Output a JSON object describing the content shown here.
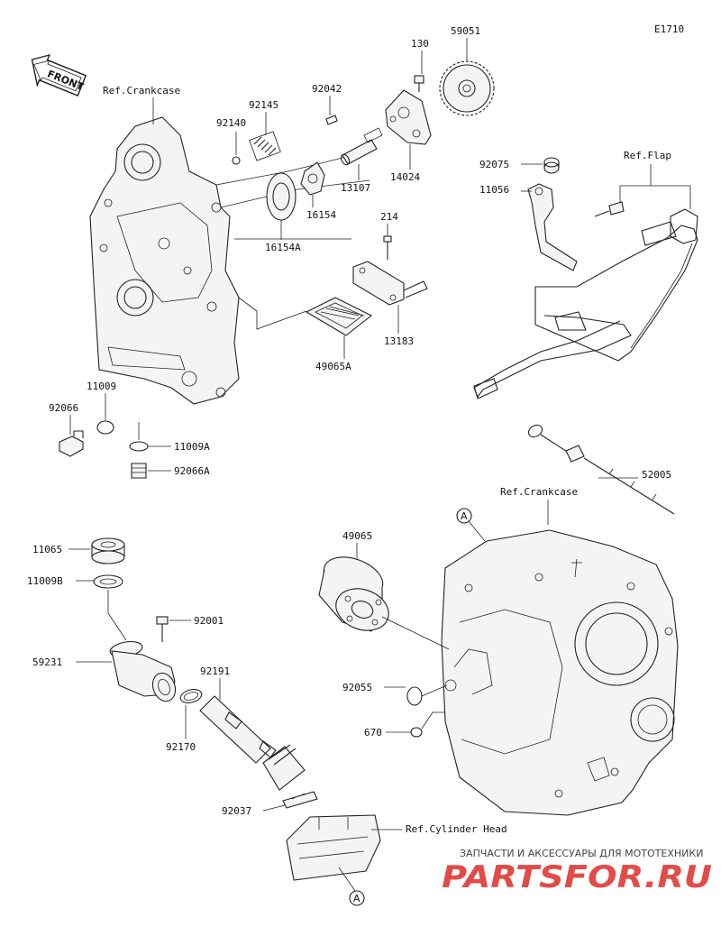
{
  "diagram_id": "E1710",
  "front_label": "FRONT",
  "refs": {
    "crankcase_top": "Ref.Crankcase",
    "crankcase_bottom": "Ref.Crankcase",
    "flap": "Ref.Flap",
    "cylinder_head": "Ref.Cylinder Head"
  },
  "callouts": {
    "circle_a_top": "A",
    "circle_a_bottom": "A"
  },
  "parts": {
    "p130": "130",
    "p59051": "59051",
    "p92042": "92042",
    "p92145": "92145",
    "p92140": "92140",
    "p14024": "14024",
    "p13107": "13107",
    "p16154": "16154",
    "p16154A": "16154A",
    "p214": "214",
    "p13183": "13183",
    "p49065A": "49065A",
    "p92075": "92075",
    "p11056": "11056",
    "p11009": "11009",
    "p92066": "92066",
    "p11009A": "11009A",
    "p92066A": "92066A",
    "p52005": "52005",
    "p11065": "11065",
    "p11009B": "11009B",
    "p49065": "49065",
    "p92001": "92001",
    "p59231": "59231",
    "p92191": "92191",
    "p92055": "92055",
    "p670": "670",
    "p92170": "92170",
    "p92037": "92037"
  },
  "watermark": {
    "tagline": "ЗАПЧАСТИ И АКСЕССУАРЫ ДЛЯ МОТОТЕХНИКИ",
    "brand": "PARTSFOR.RU"
  }
}
